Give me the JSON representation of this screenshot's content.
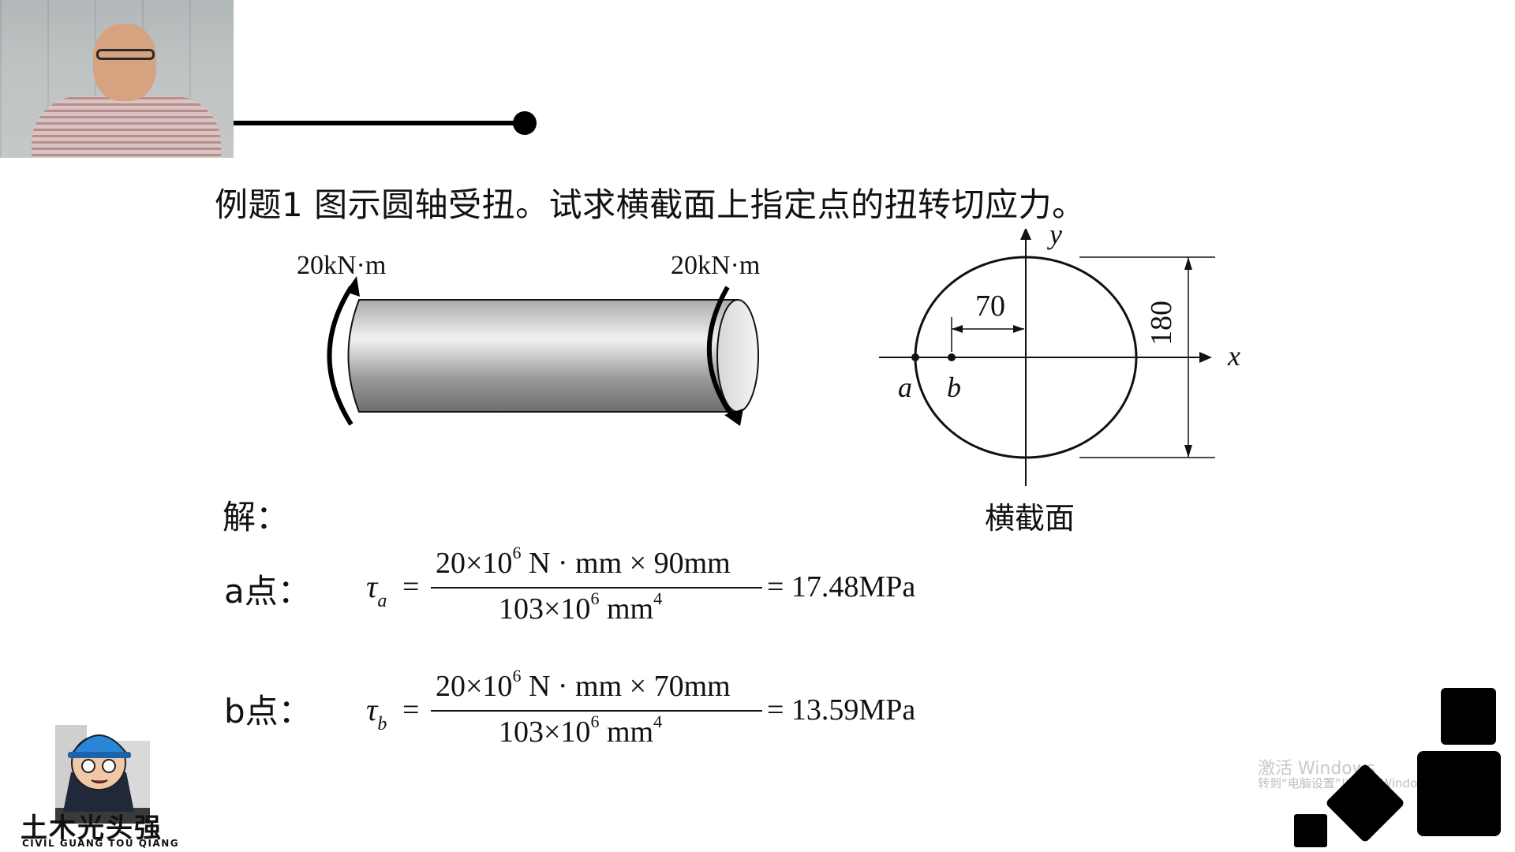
{
  "problem": {
    "text": "例题1 图示圆轴受扭。试求横截面上指定点的扭转切应力。"
  },
  "figure": {
    "torque_left": "20kN·m",
    "torque_right": "20kN·m",
    "dim_70": "70",
    "dim_180": "180",
    "axis_x": "x",
    "axis_y": "y",
    "point_a": "a",
    "point_b": "b",
    "section_label": "横截面"
  },
  "solution": {
    "label": "解：",
    "a": {
      "label": "a点：",
      "symbol": "τ",
      "subscript": "a",
      "num_pre": "20×10",
      "num_exp": "6",
      "num_post": " N · mm × 90mm",
      "den_pre": "103×10",
      "den_exp": "6",
      "den_post": " mm",
      "den_exp2": "4",
      "result": "= 17.48MPa"
    },
    "b": {
      "label": "b点：",
      "symbol": "τ",
      "subscript": "b",
      "num_pre": "20×10",
      "num_exp": "6",
      "num_post": " N · mm × 70mm",
      "den_pre": "103×10",
      "den_exp": "6",
      "den_post": " mm",
      "den_exp2": "4",
      "result": "= 13.59MPa"
    }
  },
  "logo": {
    "name": "土木光头强",
    "subtitle": "CIVIL GUANG TOU QIANG"
  },
  "watermark": {
    "line1": "激活 Windows",
    "line2": "转到“电脑设置”以激活 Windows。"
  }
}
